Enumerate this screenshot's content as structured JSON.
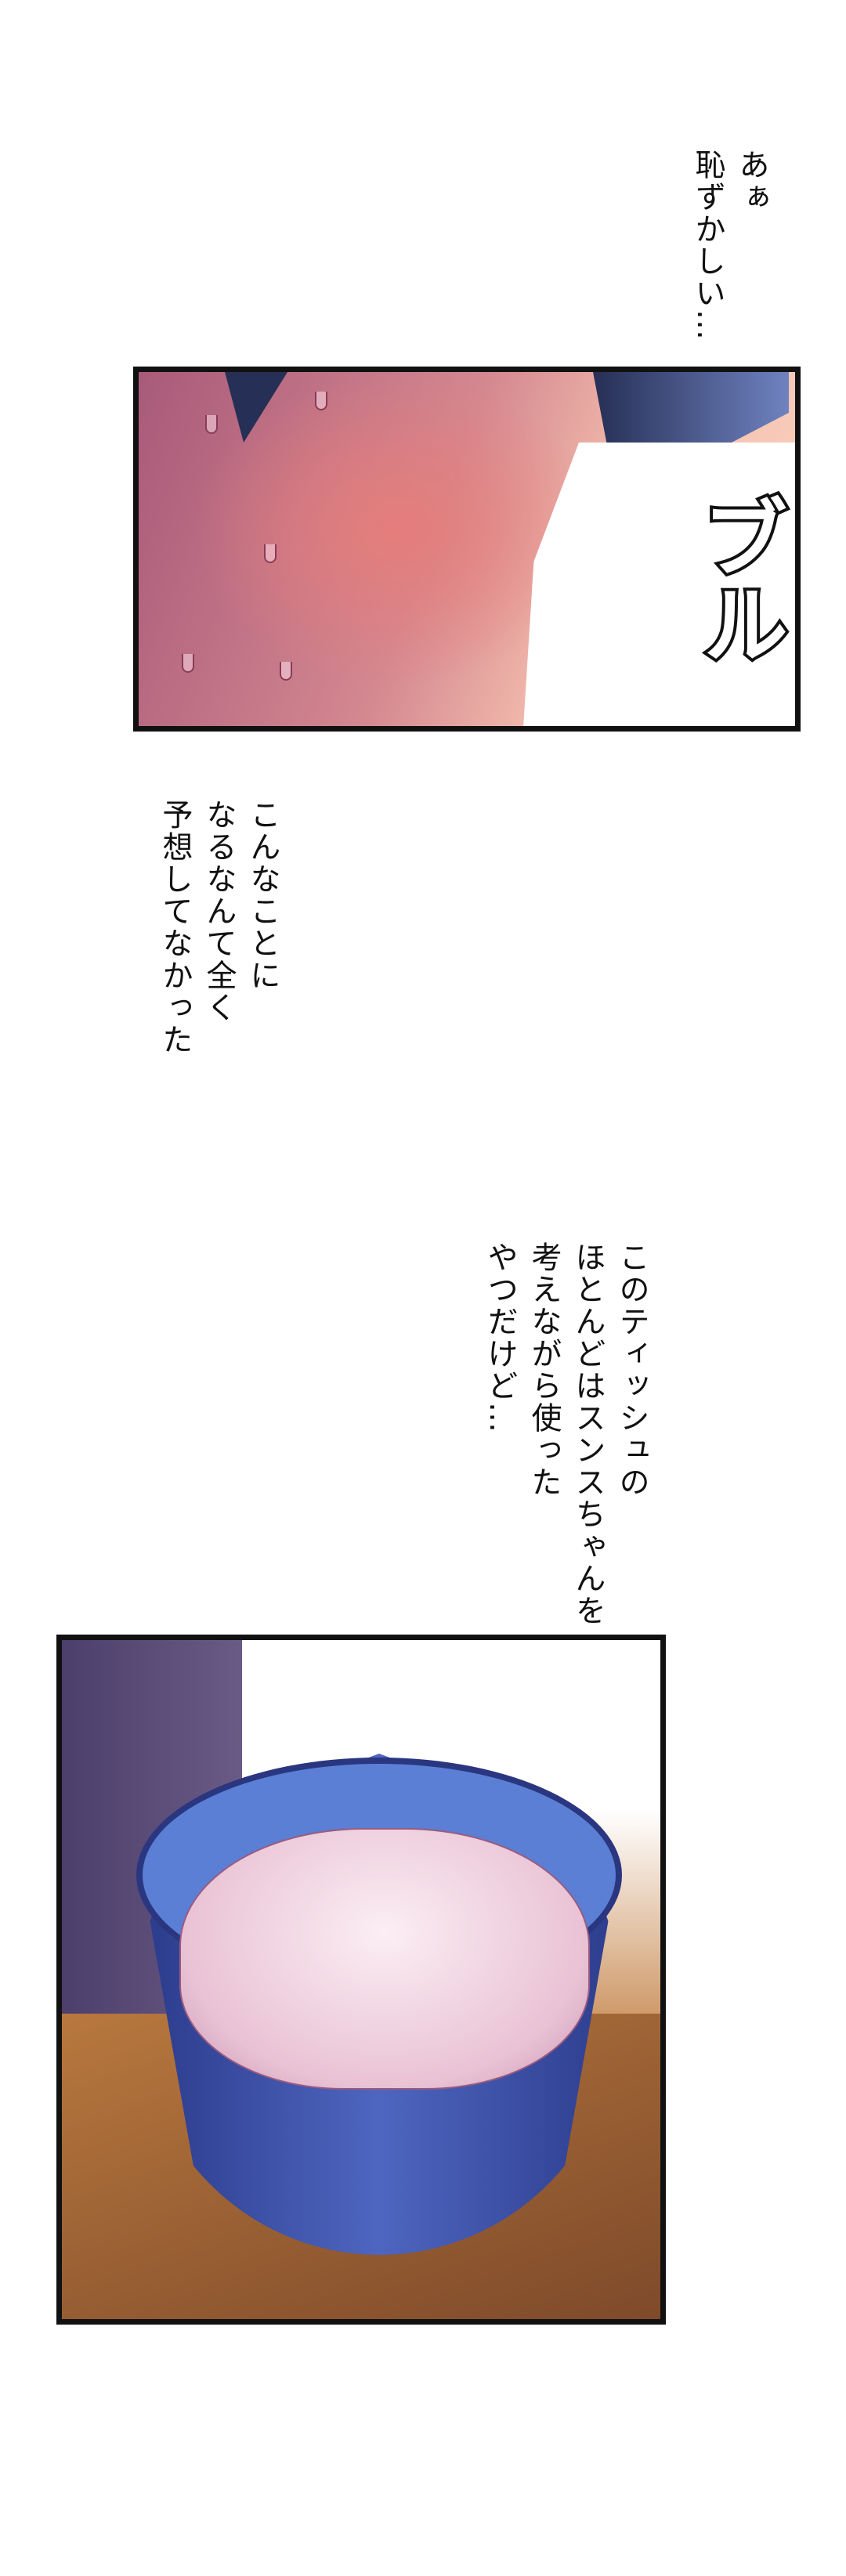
{
  "caption_1": "あぁ\n恥ずかしい…",
  "panel_1": {
    "sfx": "ブル"
  },
  "caption_2": "こんなことに\nなるなんて全く\n予想してなかった",
  "caption_3": "このティッシュの\nほとんどはスンスちゃんを\n考えながら使った\nやつだけど…",
  "colors": {
    "panel_border": "#111111",
    "blush": "#e57d7b",
    "bin_blue": "#4e66c0"
  }
}
